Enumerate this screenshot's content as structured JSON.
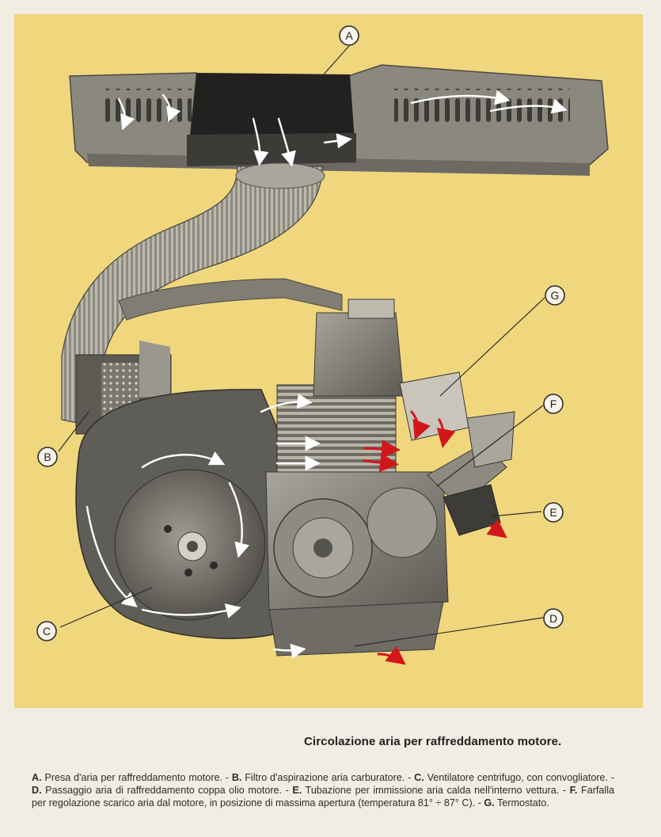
{
  "caption": {
    "title": "Circolazione aria per raffreddamento motore."
  },
  "callouts": [
    {
      "letter": "A"
    },
    {
      "letter": "B"
    },
    {
      "letter": "C"
    },
    {
      "letter": "D"
    },
    {
      "letter": "E"
    },
    {
      "letter": "F"
    },
    {
      "letter": "G"
    }
  ],
  "legend": [
    {
      "letter": "A.",
      "text": "Presa d'aria per raffreddamento motore. - "
    },
    {
      "letter": "B.",
      "text": "Filtro d'aspirazione aria carburatore. - "
    },
    {
      "letter": "C.",
      "text": "Ventilatore centrifugo, con convogliatore. - "
    },
    {
      "letter": "D.",
      "text": "Passaggio aria di raffreddamento coppa olio motore. - "
    },
    {
      "letter": "E.",
      "text": "Tubazione per immissione aria calda nell'interno vettura. - "
    },
    {
      "letter": "F.",
      "text": "Farfalla per regolazione scarico aria dal motore, in posizione di massima apertura (temperatura 81° ÷ 87° C). - "
    },
    {
      "letter": "G.",
      "text": "Termostato."
    }
  ],
  "colors": {
    "plate_background": "#f0d77d",
    "page_background": "#f2ede3",
    "airflow_white": "#ffffff",
    "hot_air_red": "#d2171b"
  }
}
